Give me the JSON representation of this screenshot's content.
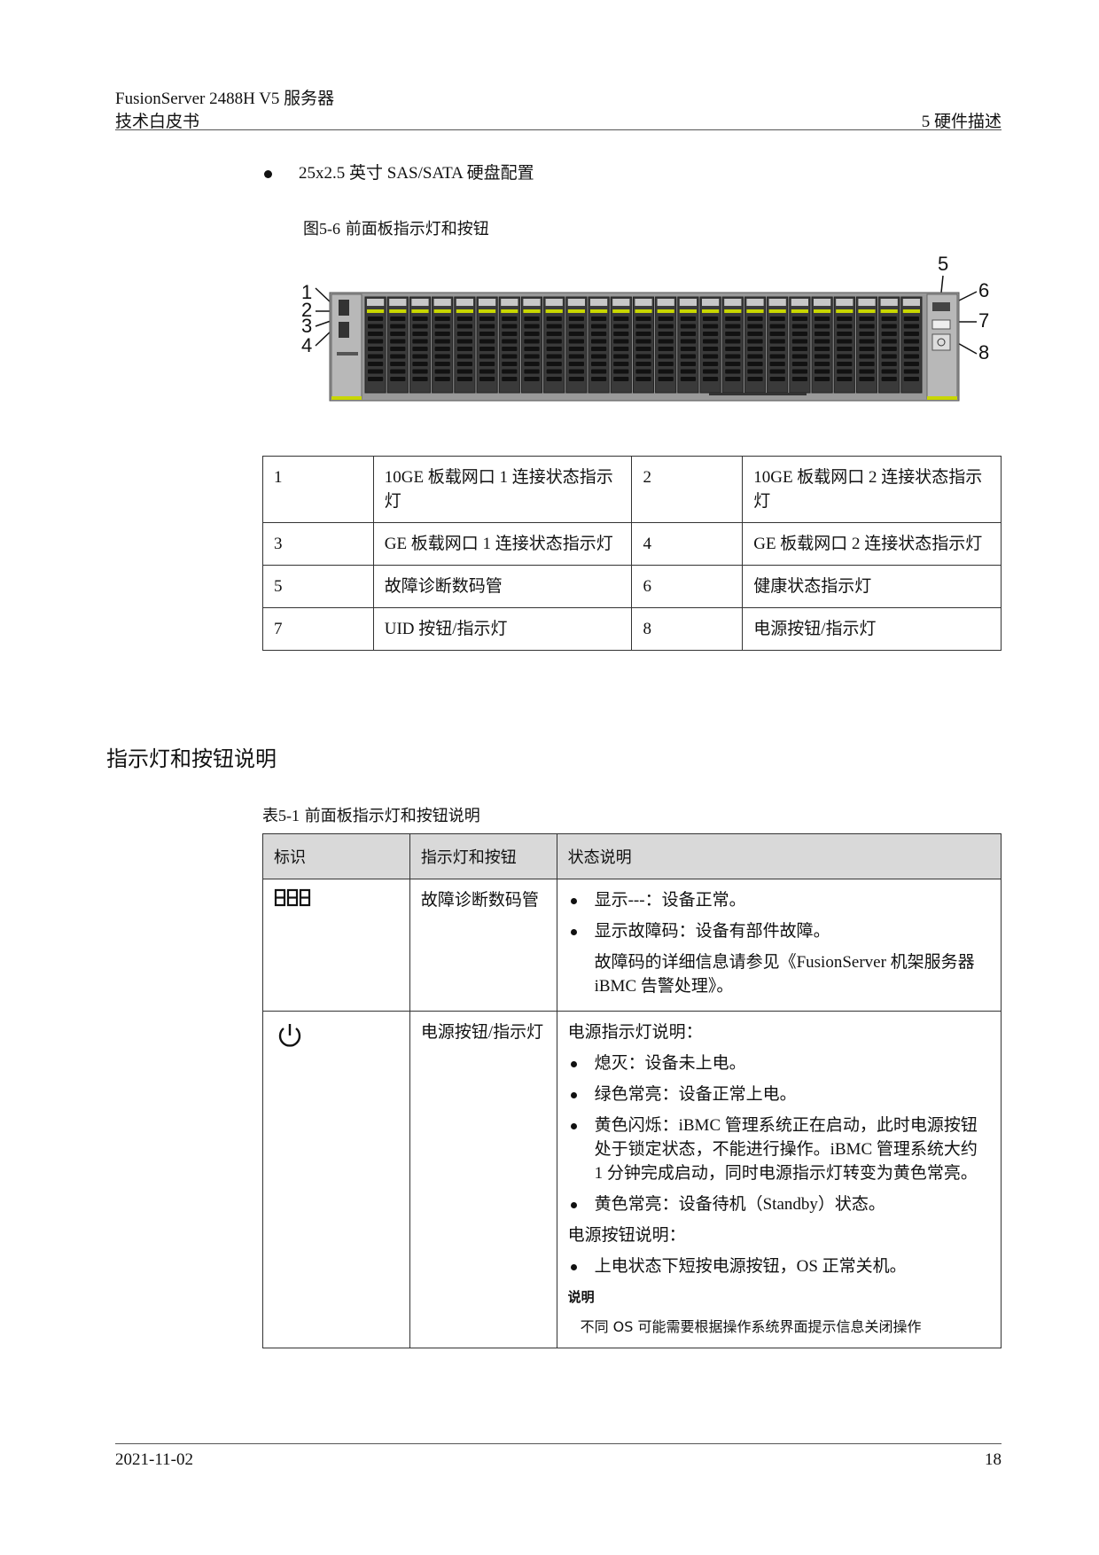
{
  "header": {
    "product": "FusionServer 2488H V5  服务器",
    "doc_type": "技术白皮书",
    "chapter": "5  硬件描述"
  },
  "config_bullet": "25x2.5 英寸 SAS/SATA 硬盘配置",
  "figure": {
    "num": "图5-6",
    "title": " 前面板指示灯和按钮",
    "callouts": [
      "1",
      "2",
      "3",
      "4",
      "5",
      "6",
      "7",
      "8"
    ],
    "callout_lines": [
      "1",
      "2",
      "3",
      "4",
      "5",
      "6",
      "7",
      "8"
    ]
  },
  "legend_table": [
    [
      {
        "n": "1",
        "d": "10GE 板载网口 1 连接状态指示灯"
      },
      {
        "n": "2",
        "d": "10GE 板载网口 2 连接状态指示灯"
      }
    ],
    [
      {
        "n": "3",
        "d": "GE 板载网口 1 连接状态指示灯"
      },
      {
        "n": "4",
        "d": "GE 板载网口 2 连接状态指示灯"
      }
    ],
    [
      {
        "n": "5",
        "d": "故障诊断数码管"
      },
      {
        "n": "6",
        "d": "健康状态指示灯"
      }
    ],
    [
      {
        "n": "7",
        "d": "UID 按钮/指示灯"
      },
      {
        "n": "8",
        "d": "电源按钮/指示灯"
      }
    ]
  ],
  "section_title": "指示灯和按钮说明",
  "table_caption": {
    "num": "表5-1",
    "title": " 前面板指示灯和按钮说明"
  },
  "desc_table": {
    "headers": [
      "标识",
      "指示灯和按钮",
      "状态说明"
    ],
    "row1": {
      "icon": "seven-segment-display-icon",
      "name": "故障诊断数码管",
      "bullets": [
        "显示---：设备正常。",
        "显示故障码：设备有部件故障。"
      ],
      "sub": "故障码的详细信息请参见《FusionServer 机架服务器 iBMC 告警处理》。"
    },
    "row2": {
      "icon": "power-icon",
      "name": "电源按钮/指示灯",
      "lead1": "电源指示灯说明：",
      "bullets1": [
        "熄灭：设备未上电。",
        "绿色常亮：设备正常上电。",
        "黄色闪烁：iBMC 管理系统正在启动，此时电源按钮处于锁定状态，不能进行操作。iBMC 管理系统大约 1 分钟完成启动，同时电源指示灯转变为黄色常亮。",
        "黄色常亮：设备待机（Standby）状态。"
      ],
      "lead2": "电源按钮说明：",
      "bullets2": [
        "上电状态下短按电源按钮，OS 正常关机。"
      ],
      "note_label": "说明",
      "note_text": "不同 OS 可能需要根据操作系统界面提示信息关闭操作"
    }
  },
  "footer": {
    "date": "2021-11-02",
    "page": "18"
  }
}
